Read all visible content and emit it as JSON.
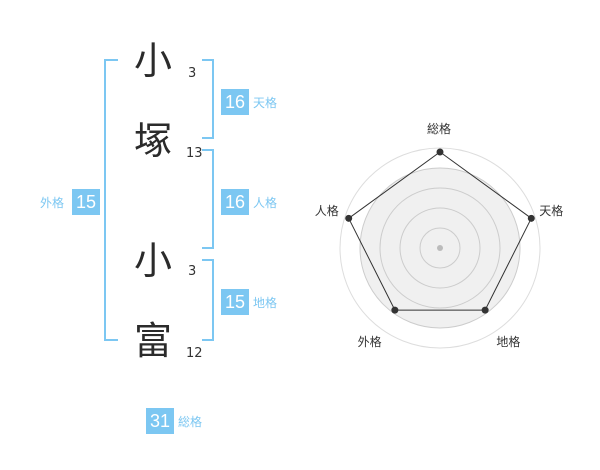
{
  "name_chars": [
    {
      "char": "小",
      "strokes": "3"
    },
    {
      "char": "塚",
      "strokes": "13"
    },
    {
      "char": "小",
      "strokes": "3"
    },
    {
      "char": "富",
      "strokes": "12"
    }
  ],
  "fortunes": {
    "tenkaku": {
      "value": "16",
      "label": "天格"
    },
    "jinkaku": {
      "value": "16",
      "label": "人格"
    },
    "chikaku": {
      "value": "15",
      "label": "地格"
    },
    "gaikaku": {
      "value": "15",
      "label": "外格"
    },
    "soukaku": {
      "value": "31",
      "label": "総格"
    }
  },
  "colors": {
    "accent": "#7cc7f2",
    "text": "#2b2b2b",
    "radar_fill": "#f0f0f0",
    "radar_line": "#333333"
  },
  "chart_data": {
    "type": "radar",
    "axes": [
      "総格",
      "天格",
      "地格",
      "外格",
      "人格"
    ],
    "values": [
      5,
      5,
      4,
      4,
      5
    ],
    "max": 5,
    "grid": true
  }
}
